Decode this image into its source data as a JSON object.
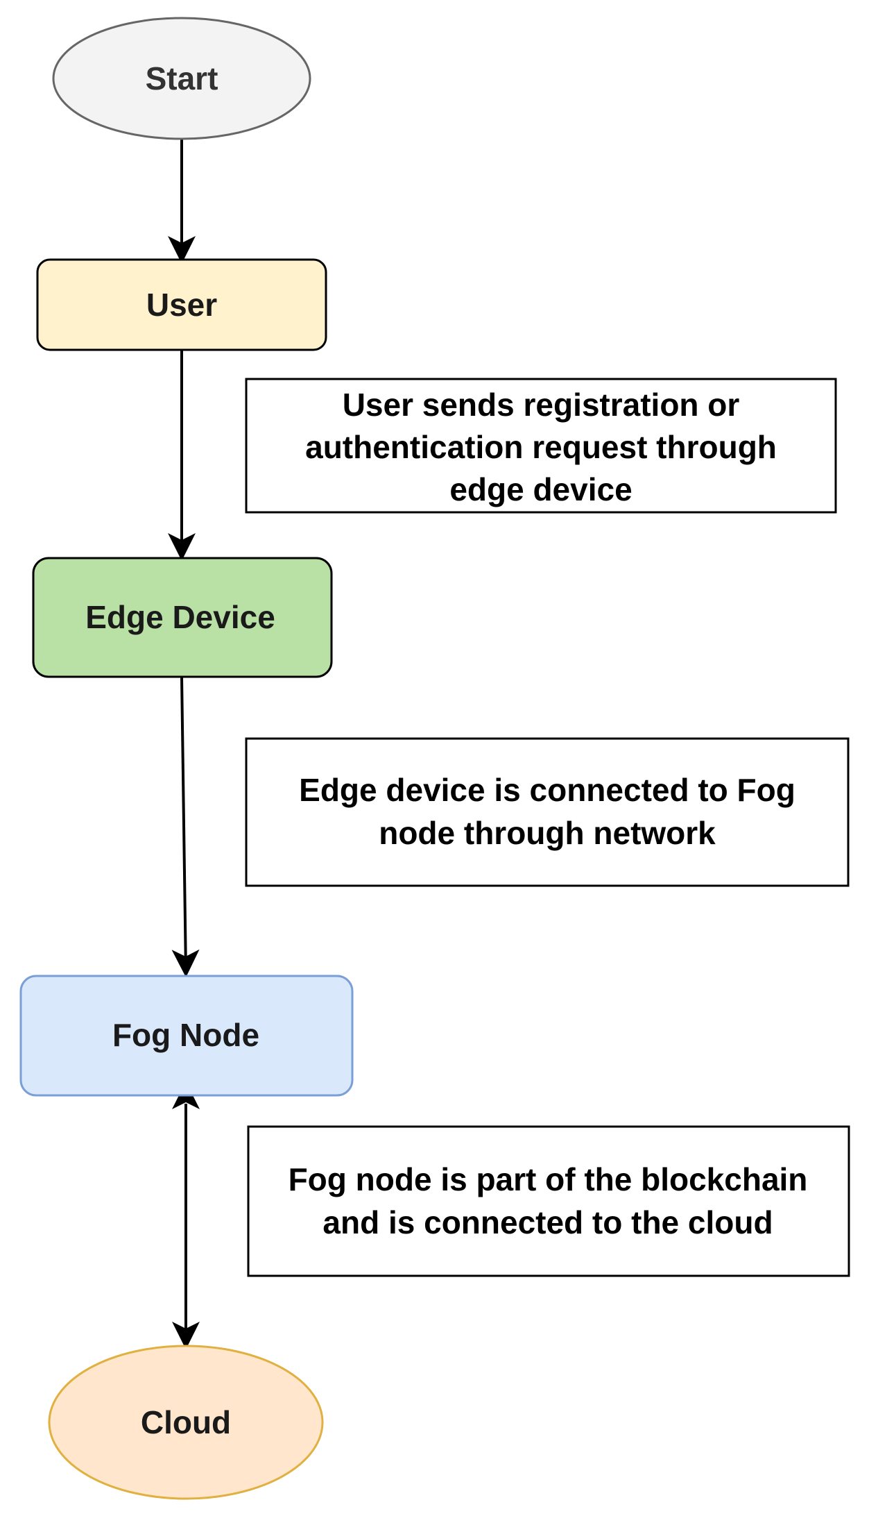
{
  "nodes": {
    "start": {
      "label": "Start",
      "shape": "ellipse",
      "fill": "#f3f3f3",
      "stroke": "#666666"
    },
    "user": {
      "label": "User",
      "shape": "rounded-rect",
      "fill": "#fff2cc",
      "stroke": "#000000"
    },
    "edge_device": {
      "label": "Edge Device",
      "shape": "rounded-rect",
      "fill": "#b9e0a5",
      "stroke": "#000000"
    },
    "fog_node": {
      "label": "Fog Node",
      "shape": "rounded-rect",
      "fill": "#dae8fc",
      "stroke": "#7a9fd6"
    },
    "cloud": {
      "label": "Cloud",
      "shape": "ellipse",
      "fill": "#ffe6cc",
      "stroke": "#e0b040"
    }
  },
  "notes": {
    "note1": {
      "lines": [
        "User sends registration or",
        "authentication request through",
        "edge device"
      ]
    },
    "note2": {
      "lines": [
        "Edge device is connected to Fog",
        "node through network"
      ]
    },
    "note3": {
      "lines": [
        "Fog node is part of  the blockchain",
        "and is connected to the cloud"
      ]
    }
  },
  "edges": [
    {
      "from": "Start",
      "to": "User",
      "direction": "forward"
    },
    {
      "from": "User",
      "to": "Edge Device",
      "direction": "forward"
    },
    {
      "from": "Edge Device",
      "to": "Fog Node",
      "direction": "forward"
    },
    {
      "from": "Fog Node",
      "to": "Cloud",
      "direction": "bidirectional"
    }
  ],
  "colors": {
    "line": "#000000",
    "background": "#ffffff"
  }
}
